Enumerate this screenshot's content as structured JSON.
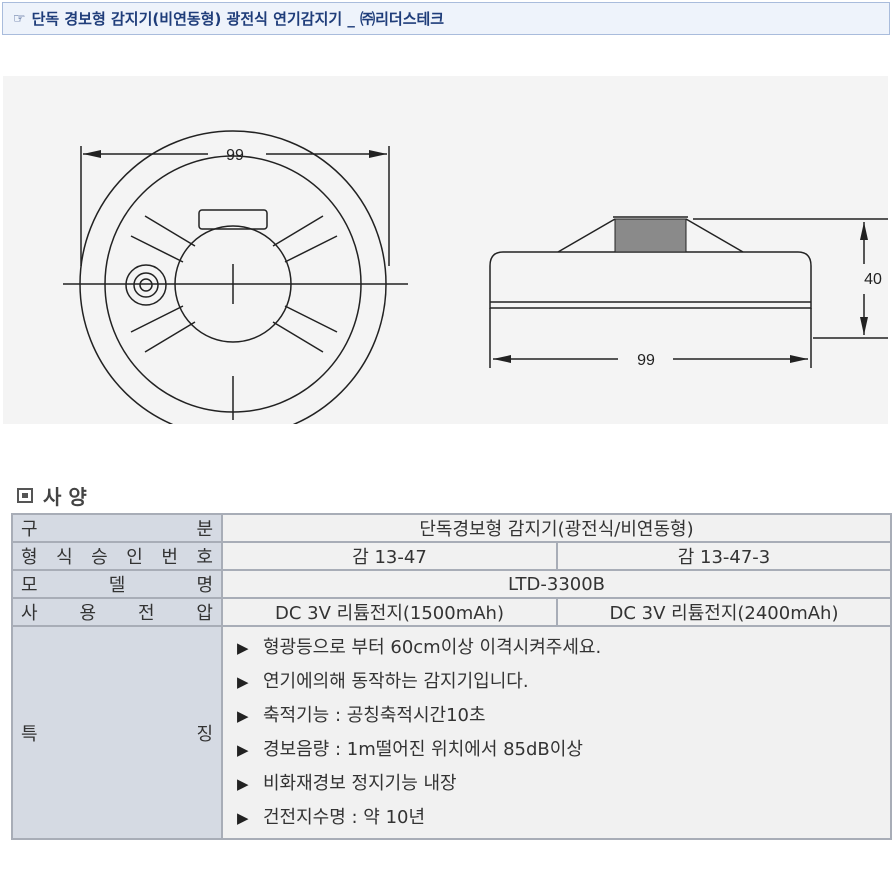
{
  "title_bar": {
    "icon": "☞",
    "text": "단독 경보형 감지기(비연동형) 광전식 연기감지기 _ ㈜리더스테크"
  },
  "drawing_section": {
    "title": "도 면"
  },
  "drawing": {
    "top_view_width": "99",
    "side_view_width": "99",
    "side_view_height": "40"
  },
  "spec_section": {
    "title": "사 양"
  },
  "spec_table": {
    "rows": {
      "type": {
        "label": "구분",
        "value": "단독경보형 감지기(광전식/비연동형)"
      },
      "approval": {
        "label": "형식승인번호",
        "value_a": "감 13-47",
        "value_b": "감 13-47-3"
      },
      "model": {
        "label": "모델명",
        "value": "LTD-3300B"
      },
      "voltage": {
        "label": "사용전압",
        "value_a": "DC 3V 리튬전지(1500mAh)",
        "value_b": "DC 3V 리튬전지(2400mAh)"
      },
      "features": {
        "label": "특징",
        "bullet": "▶",
        "items": [
          "형광등으로 부터 60cm이상 이격시켜주세요.",
          "연기에의해 동작하는 감지기입니다.",
          "축적기능 : 공칭축적시간10초",
          "경보음량 : 1m떨어진 위치에서 85dB이상",
          "비화재경보 정지기능 내장",
          "건전지수명 : 약 10년"
        ]
      }
    }
  }
}
